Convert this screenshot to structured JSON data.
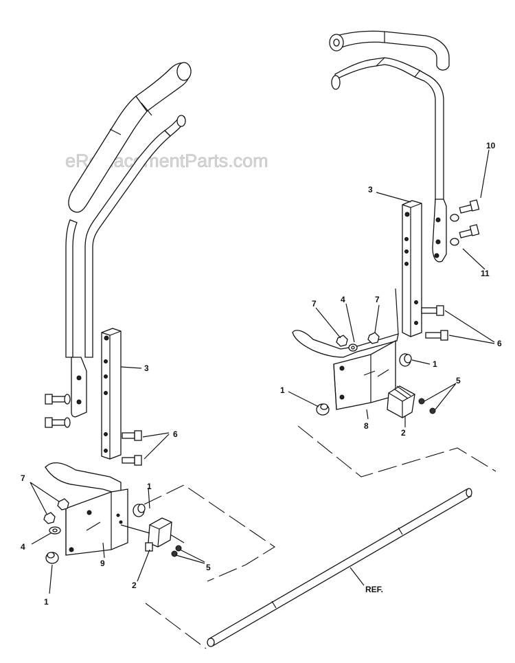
{
  "watermark": "eReplacementParts.com",
  "callouts": {
    "left": {
      "c3": "3",
      "c6": "6",
      "c7": "7",
      "c4": "4",
      "c1_top": "1",
      "c1_bottom": "1",
      "c9": "9",
      "c2": "2",
      "c5": "5"
    },
    "right": {
      "c10": "10",
      "c3": "3",
      "c11": "11",
      "c7_left": "7",
      "c4": "4",
      "c7_right": "7",
      "c6": "6",
      "c1_right": "1",
      "c1_left": "1",
      "c5": "5",
      "c8": "8",
      "c2": "2"
    },
    "ref": "REF."
  }
}
